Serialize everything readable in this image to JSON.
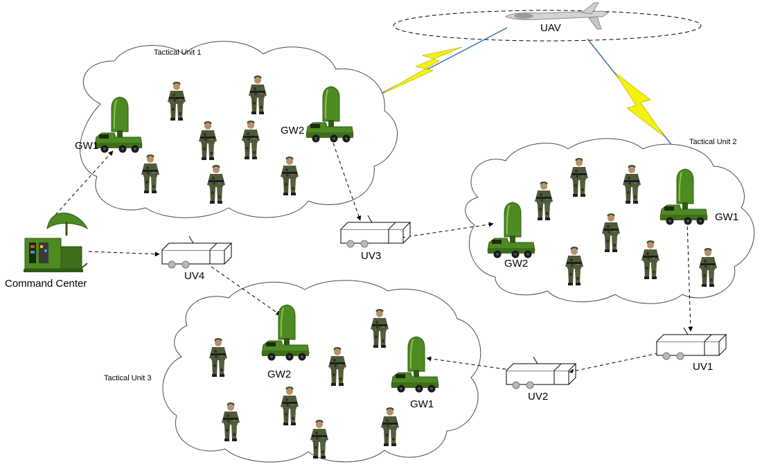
{
  "uav": {
    "label": "UAV"
  },
  "units": [
    {
      "label": "Tactical Unit 1",
      "gw1": "GW1",
      "gw2": "GW2"
    },
    {
      "label": "Tactical Unit 2",
      "gw1": "GW1",
      "gw2": "GW2"
    },
    {
      "label": "Tactical Unit 3",
      "gw1": "GW1",
      "gw2": "GW2"
    }
  ],
  "command_center": {
    "label": "Command Center"
  },
  "vehicles": {
    "uv1": "UV1",
    "uv2": "UV2",
    "uv3": "UV3",
    "uv4": "UV4"
  },
  "colors": {
    "truck_green": "#4d8a22",
    "truck_dark": "#2f5a14",
    "lightning": "#f4f10a",
    "link_blue": "#3c6ea6",
    "soldier_camo": "#4e5a3a"
  }
}
